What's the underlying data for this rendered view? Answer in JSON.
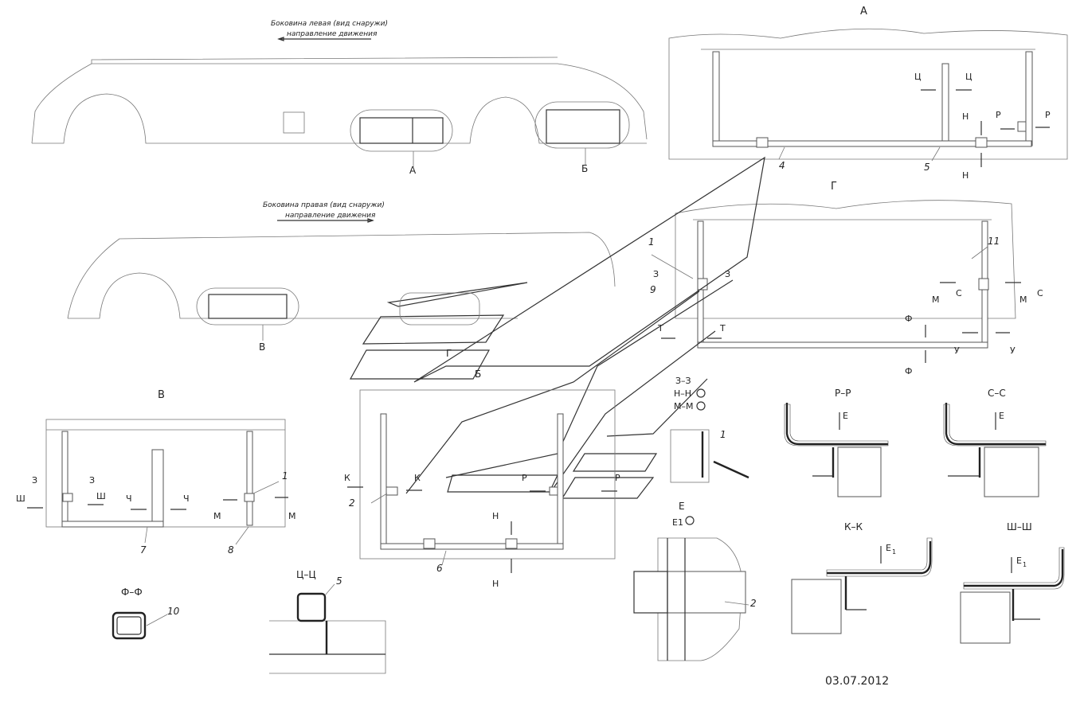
{
  "views": {
    "left_side": {
      "title": "Боковина левая (вид снаружи)",
      "direction": "направление движения"
    },
    "right_side": {
      "title": "Боковина правая (вид снаружи)",
      "direction": "направление движения"
    }
  },
  "view_letters": {
    "a_top": "А",
    "a_call": "А",
    "b_call": "Б",
    "v_call": "В",
    "v_title": "В",
    "g_title": "Г",
    "g_tab": "Г",
    "b_tab": "Б",
    "e_title": "Е"
  },
  "section_titles": {
    "rr": "Р–Р",
    "ss": "С–С",
    "kk": "К–К",
    "shsh": "Ш–Ш",
    "ff": "Ф–Ф",
    "tsts": "Ц–Ц",
    "z3": "З–З",
    "nn": "Н–Н",
    "mm": "М–М",
    "e1": "Е1"
  },
  "section_marks": {
    "ts": "Ц",
    "n": "Н",
    "r": "Р",
    "z": "З",
    "t": "Т",
    "m": "М",
    "s": "С",
    "f": "Ф",
    "u": "У",
    "k": "К",
    "sh": "Ш",
    "ch": "Ч",
    "e": "Е",
    "e1": "Е1"
  },
  "parts": {
    "p1": "1",
    "p2": "2",
    "p4": "4",
    "p5": "5",
    "p6": "6",
    "p7": "7",
    "p8": "8",
    "p9": "9",
    "p10": "10",
    "p11": "11"
  },
  "date": "03.07.2012"
}
